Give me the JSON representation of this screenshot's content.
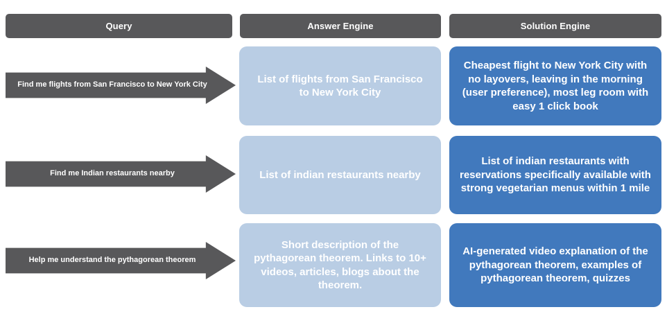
{
  "theme": {
    "header_gray": "#58585a",
    "arrow_gray": "#58585a",
    "answer_blue_light": "#b9cde4",
    "solution_blue": "#4179bd",
    "text_white": "#ffffff",
    "background": "#ffffff"
  },
  "columns": [
    {
      "key": "query",
      "header": "Query"
    },
    {
      "key": "answer",
      "header": "Answer Engine"
    },
    {
      "key": "solution",
      "header": "Solution Engine"
    }
  ],
  "rows": [
    {
      "query": "Find me flights from San Francisco to New York City",
      "answer": "List of flights from San Francisco to New York City",
      "solution": "Cheapest flight to New York City with no layovers, leaving in the morning (user preference), most leg room with easy 1 click book"
    },
    {
      "query": "Find me Indian restaurants nearby",
      "answer": "List of indian restaurants nearby",
      "solution": "List of indian restaurants with reservations specifically available with strong vegetarian menus within 1 mile"
    },
    {
      "query": "Help me understand the pythagorean theorem",
      "answer": "Short description of the pythagorean theorem. Links to 10+ videos, articles, blogs about the theorem.",
      "solution": "AI-generated video explanation of the pythagorean theorem, examples of pythagorean theorem, quizzes"
    }
  ]
}
